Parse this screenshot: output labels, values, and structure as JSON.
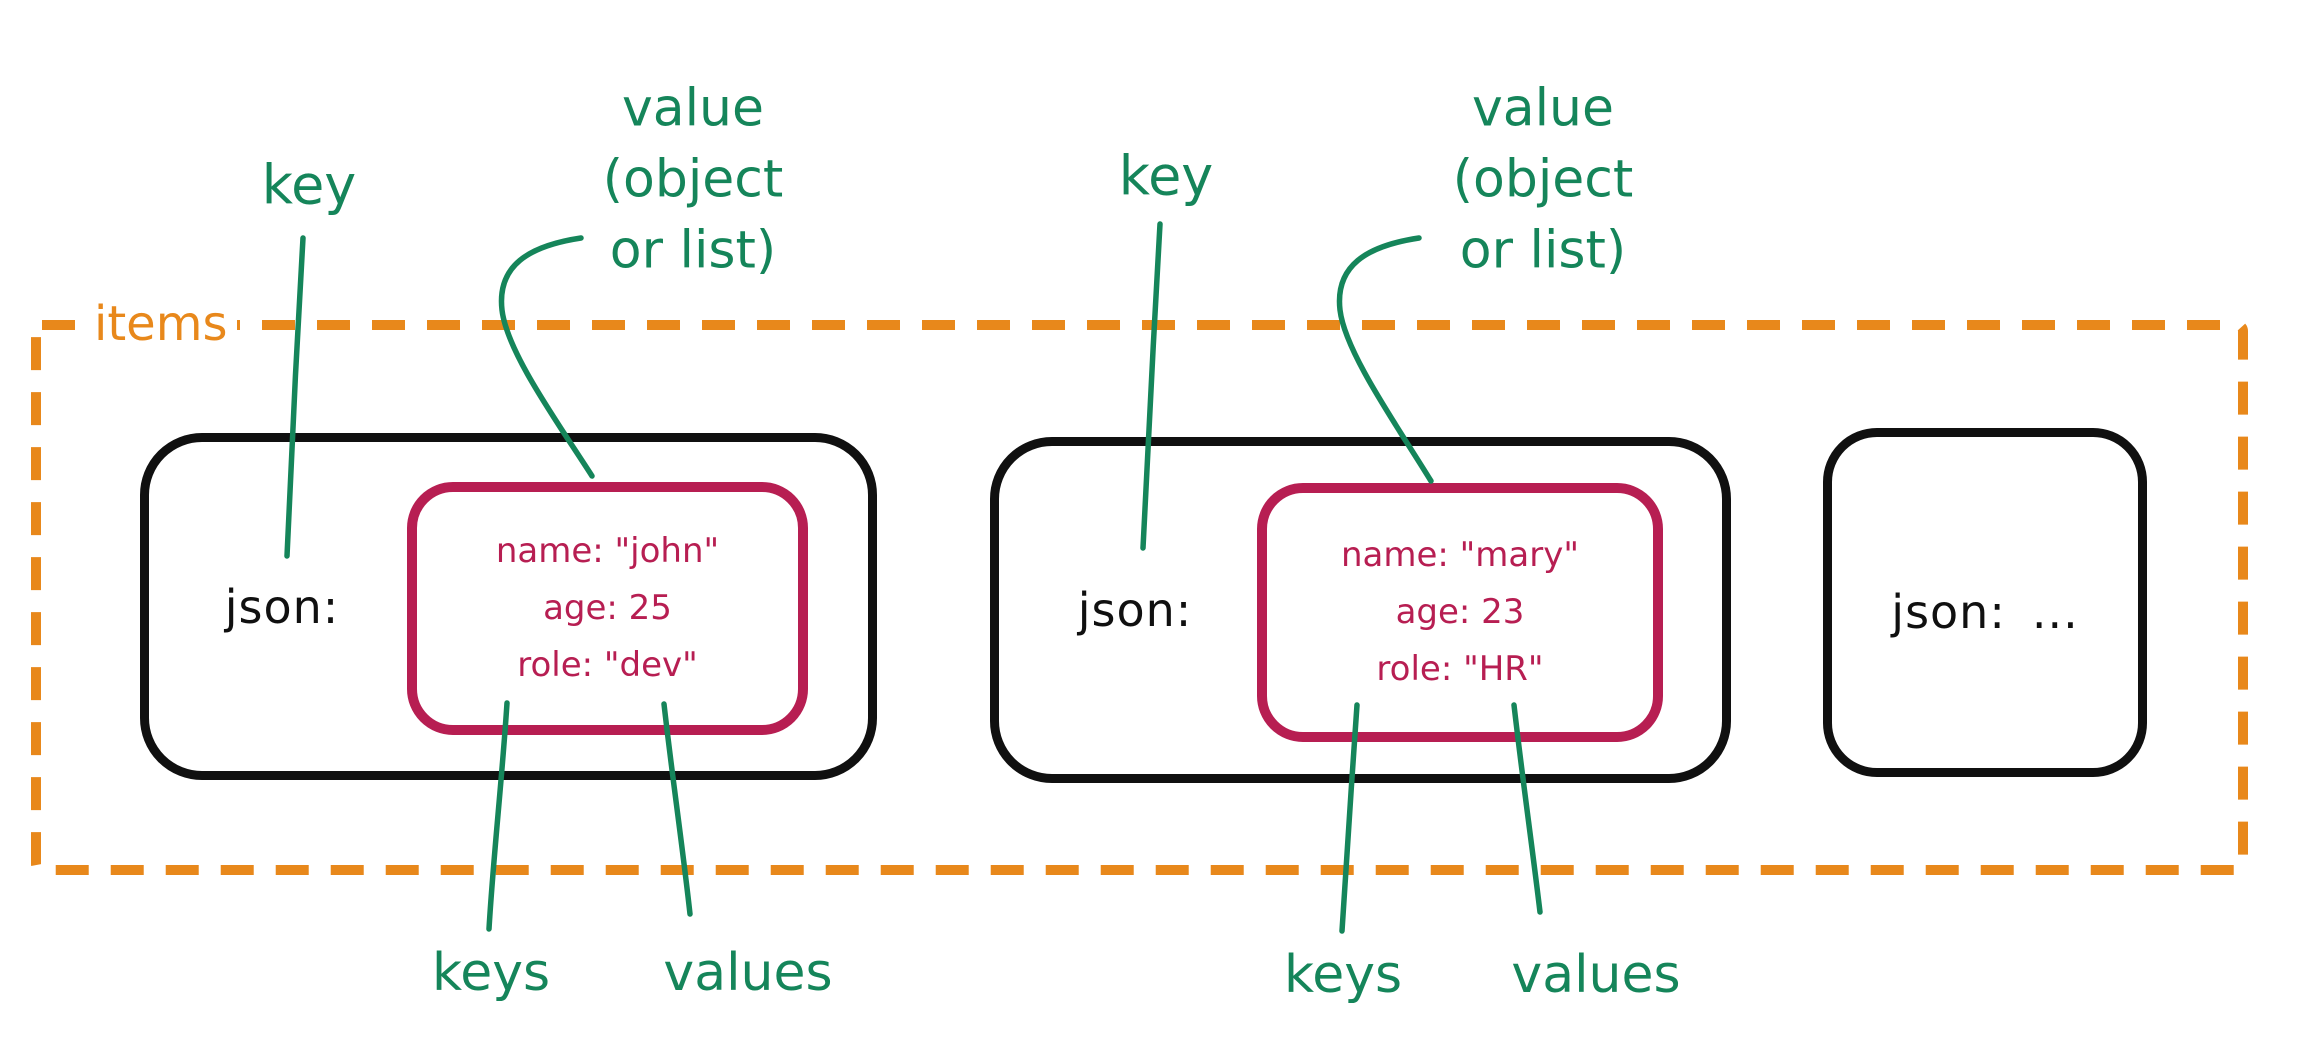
{
  "colors": {
    "green": "#15855A",
    "orange": "#E8881B",
    "crimson": "#B71E52",
    "ink": "#101010"
  },
  "outer_group": {
    "label": "items"
  },
  "annotations": {
    "left": {
      "key": "key",
      "value_lines": [
        "value",
        "(object",
        "or list)"
      ],
      "keys": "keys",
      "values": "values"
    },
    "right": {
      "key": "key",
      "value_lines": [
        "value",
        "(object",
        "or list)"
      ],
      "keys": "keys",
      "values": "values"
    }
  },
  "cards": [
    {
      "key_label": "json:",
      "object_lines": [
        "name: \"john\"",
        "age: 25",
        "role: \"dev\""
      ]
    },
    {
      "key_label": "json:",
      "object_lines": [
        "name: \"mary\"",
        "age: 23",
        "role: \"HR\""
      ]
    },
    {
      "key_label": "json:",
      "ellipsis": "..."
    }
  ]
}
